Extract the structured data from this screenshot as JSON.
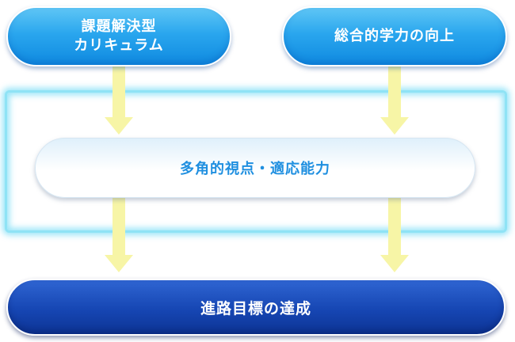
{
  "top_left": {
    "line1": "課題解決型",
    "line2": "カリキュラム"
  },
  "top_right": {
    "label": "総合的学力の向上"
  },
  "middle": {
    "label": "多角的視点・適応能力"
  },
  "bottom": {
    "label": "進路目標の達成"
  },
  "colors": {
    "arrow": "#f7f5a6",
    "top_pill": "#2aa6ee",
    "middle_text": "#1f8fe0",
    "bottom_pill": "#1646b3",
    "frame_glow": "#8fe3f5"
  }
}
